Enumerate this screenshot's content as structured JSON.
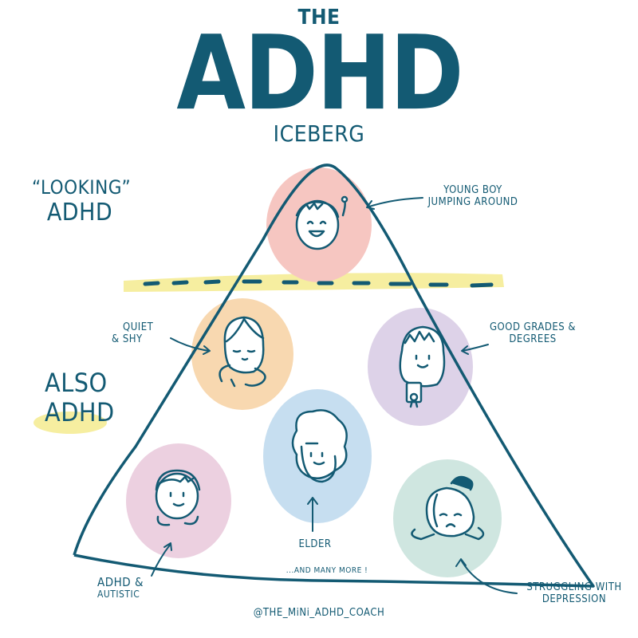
{
  "title": {
    "top": "THE",
    "main": "ADHD",
    "sub": "iCEBERG"
  },
  "sections": {
    "above": {
      "line1": "“LOOKiNG”",
      "line2": "ADHD"
    },
    "below": {
      "line1": "ALSO",
      "line2": "ADHD"
    }
  },
  "divider": {
    "style": "dashed waterline",
    "highlight_color": "#f6eea0"
  },
  "figures": [
    {
      "id": "young-boy",
      "label_lines": [
        "YOUNG BOY",
        "JUMPiNG AROUND"
      ],
      "blob_color": "#f6c6c1"
    },
    {
      "id": "quiet-shy",
      "label_lines": [
        "QUiET",
        "& SHY"
      ],
      "blob_color": "#f8d8b0"
    },
    {
      "id": "good-grades",
      "label_lines": [
        "GOOD GRADES &",
        "DEGREES"
      ],
      "blob_color": "#ddd2e8"
    },
    {
      "id": "elder",
      "label_lines": [
        "ELDER"
      ],
      "blob_color": "#c6def0"
    },
    {
      "id": "adhd-autistic",
      "label_lines": [
        "ADHD &",
        "AUTiSTiC"
      ],
      "blob_color": "#ecd0e0"
    },
    {
      "id": "struggling-depression",
      "label_lines": [
        "STRUGGLiNG WiTH",
        "DEPRESSiON"
      ],
      "blob_color": "#cfe6e0"
    }
  ],
  "footer": {
    "more": "...AND MANY MORE !",
    "handle": "@THE_MiNi_ADHD_COACH"
  },
  "colors": {
    "ink": "#135a73",
    "background": "#ffffff",
    "highlight": "#f6eea0"
  }
}
